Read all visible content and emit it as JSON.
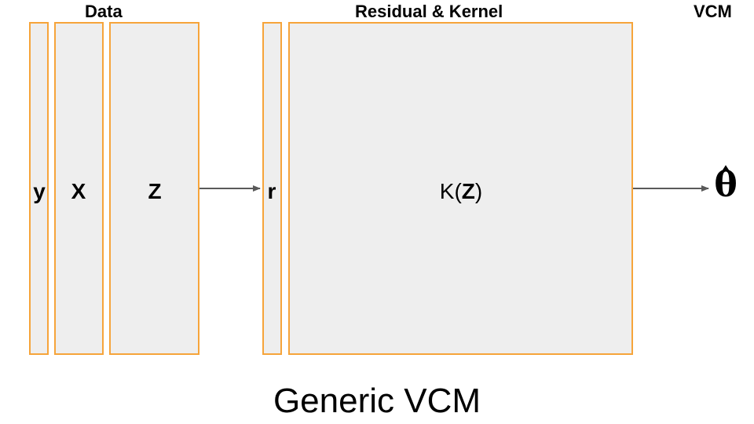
{
  "headers": {
    "data": "Data",
    "residual_kernel": "Residual & Kernel",
    "vcm": "VCM"
  },
  "blocks": {
    "y": "y",
    "x": "X",
    "z": "Z",
    "r": "r",
    "k_prefix": "K(",
    "k_arg": "Z",
    "k_suffix": ")"
  },
  "output_symbol": "θ",
  "title": "Generic VCM",
  "colors": {
    "box_border": "#f6a43a",
    "box_fill": "#eeeeee",
    "arrow": "#595959"
  }
}
